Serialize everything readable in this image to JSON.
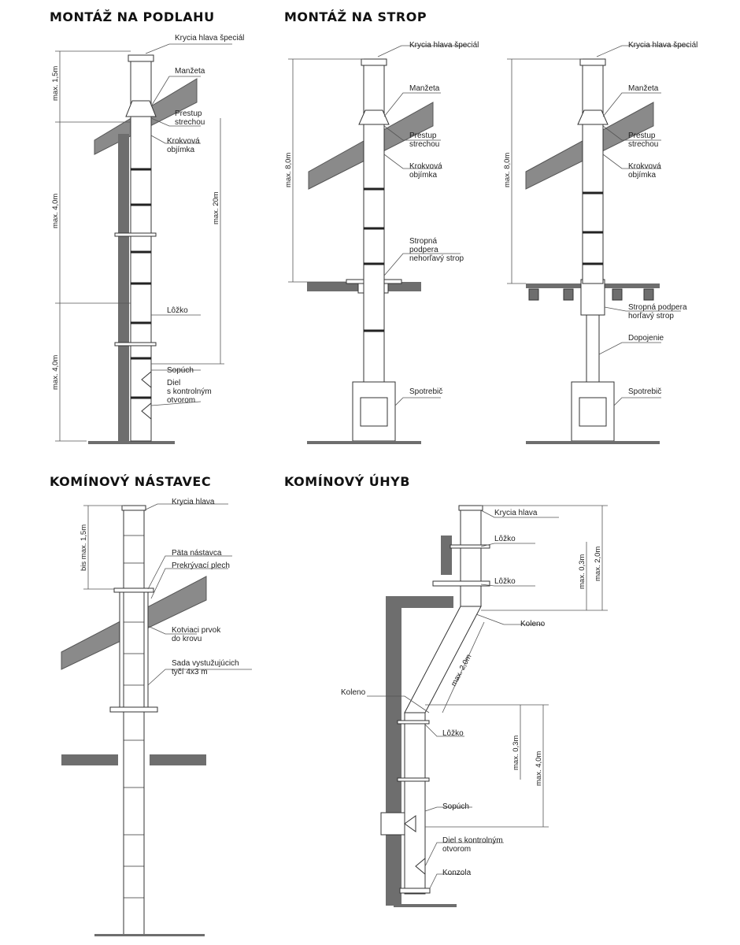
{
  "headings": {
    "floor": "MONTÁŽ NA PODLAHU",
    "ceiling": "MONTÁŽ NA STROP",
    "extension": "KOMÍNOVÝ NÁSTAVEC",
    "offset": "KOMÍNOVÝ ÚHYB"
  },
  "floor": {
    "labels": [
      "Krycia hlava špeciál",
      "Manžeta",
      "Prestup",
      "strechou",
      "Krokvová",
      "objímka",
      "Lôžko",
      "Sopúch",
      "Diel",
      "s kontrolným",
      "otvorom"
    ],
    "dims": [
      "max. 1,5m",
      "max. 4,0m",
      "max. 4,0m",
      "max. 20m"
    ]
  },
  "ceiling_a": {
    "labels": [
      "Krycia hlava špeciál",
      "Manžeta",
      "Prestup",
      "strechou",
      "Krokvová",
      "objímka",
      "Stropná",
      "podpera",
      "nehorľavý strop",
      "Spotrebič"
    ],
    "dims": [
      "max. 8,0m"
    ]
  },
  "ceiling_b": {
    "labels": [
      "Krycia hlava špeciál",
      "Manžeta",
      "Prestup",
      "strechou",
      "Krokvová",
      "objímka",
      "Stropná podpera",
      "horľavý strop",
      "Dopojenie",
      "Spotrebič"
    ],
    "dims": [
      "max. 8,0m"
    ]
  },
  "extension": {
    "labels": [
      "Krycia hlava",
      "Päta nástavca",
      "Prekrývací plech",
      "Kotviaci prvok",
      "do krovu",
      "Sada vystužujúcich",
      "tyčí 4x3 m"
    ],
    "dims": [
      "bis max. 1,5m"
    ]
  },
  "offset": {
    "labels": [
      "Krycia hlava",
      "Lôžko",
      "Lôžko",
      "Koleno",
      "Koleno",
      "Lôžko",
      "Sopúch",
      "Diel s kontrolným",
      "otvorom",
      "Konzola"
    ],
    "dims": [
      "max. 0,3m",
      "max. 2,0m",
      "max. 2,0m",
      "max. 0,3m",
      "max. 4,0m"
    ]
  },
  "colors": {
    "structure": "#6e6e6e",
    "roof": "#8a8a8a",
    "line": "#333333",
    "pipe_fill": "#ffffff"
  }
}
